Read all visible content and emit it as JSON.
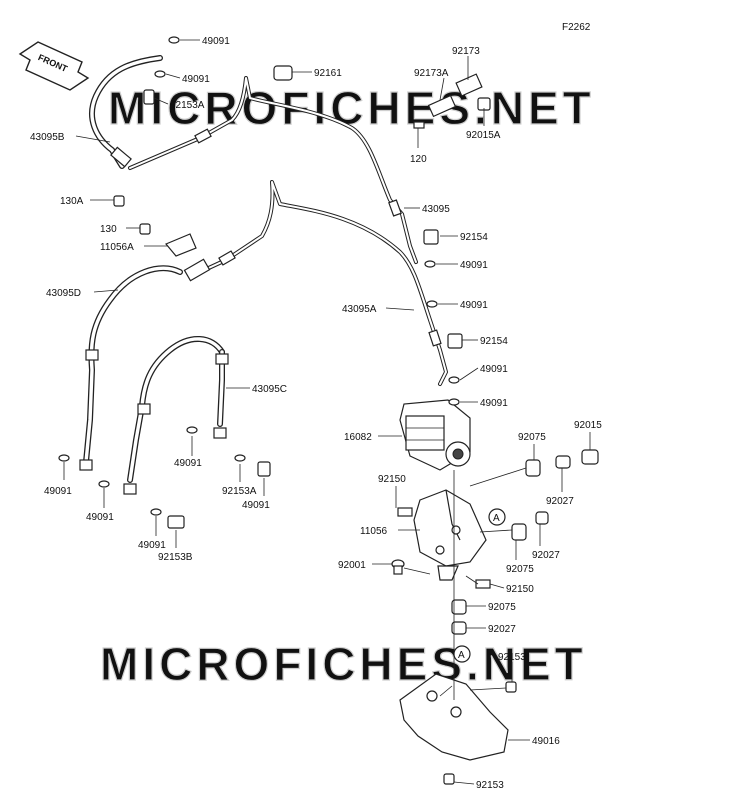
{
  "figure_code": "F2262",
  "front_arrow": {
    "label": "FRONT"
  },
  "watermark": {
    "text": "MICROFICHES.NET"
  },
  "callouts": [
    {
      "id": "a",
      "label": "49091"
    },
    {
      "id": "b",
      "label": "49091"
    },
    {
      "id": "c",
      "label": "92153A"
    },
    {
      "id": "d",
      "label": "92161"
    },
    {
      "id": "e",
      "label": "92173"
    },
    {
      "id": "f",
      "label": "92173A"
    },
    {
      "id": "g",
      "label": "92015A"
    },
    {
      "id": "h",
      "label": "120"
    },
    {
      "id": "i",
      "label": "43095B"
    },
    {
      "id": "j",
      "label": "130A"
    },
    {
      "id": "k",
      "label": "43095"
    },
    {
      "id": "l",
      "label": "130"
    },
    {
      "id": "m",
      "label": "11056A"
    },
    {
      "id": "n",
      "label": "92154"
    },
    {
      "id": "o",
      "label": "49091"
    },
    {
      "id": "p",
      "label": "43095D"
    },
    {
      "id": "q",
      "label": "43095A"
    },
    {
      "id": "r",
      "label": "49091"
    },
    {
      "id": "s",
      "label": "92154"
    },
    {
      "id": "t",
      "label": "49091"
    },
    {
      "id": "u",
      "label": "43095C"
    },
    {
      "id": "v",
      "label": "49091"
    },
    {
      "id": "w",
      "label": "16082"
    },
    {
      "id": "x",
      "label": "92075"
    },
    {
      "id": "y",
      "label": "92015"
    },
    {
      "id": "z",
      "label": "49091"
    },
    {
      "id": "aa",
      "label": "49091"
    },
    {
      "id": "ab",
      "label": "92153A"
    },
    {
      "id": "ac",
      "label": "49091"
    },
    {
      "id": "ad",
      "label": "92150"
    },
    {
      "id": "ae",
      "label": "92027"
    },
    {
      "id": "af",
      "label": "49091"
    },
    {
      "id": "ag",
      "label": "11056"
    },
    {
      "id": "ah",
      "label": "49091"
    },
    {
      "id": "ai",
      "label": "92027"
    },
    {
      "id": "aj",
      "label": "92153B"
    },
    {
      "id": "ak",
      "label": "92075"
    },
    {
      "id": "al",
      "label": "92001"
    },
    {
      "id": "am",
      "label": "92150"
    },
    {
      "id": "an",
      "label": "92075"
    },
    {
      "id": "ao",
      "label": "92027"
    },
    {
      "id": "ap",
      "label": "92153"
    },
    {
      "id": "aq",
      "label": "49016"
    },
    {
      "id": "ar",
      "label": "92153"
    }
  ],
  "reference_marks": [
    {
      "id": "A1",
      "label": "A"
    },
    {
      "id": "A2",
      "label": "A"
    }
  ]
}
